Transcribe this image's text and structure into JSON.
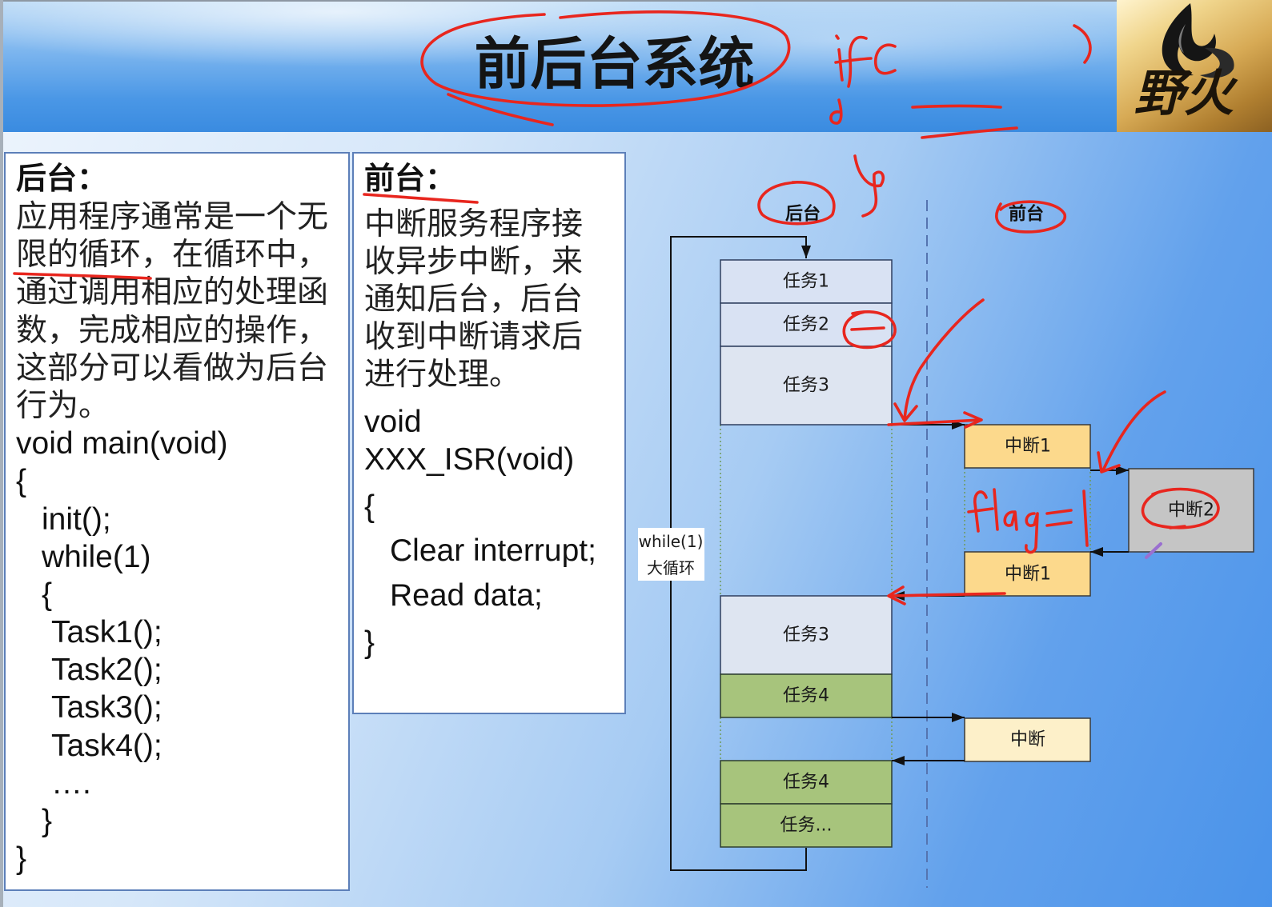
{
  "header": {
    "title": "前后台系统"
  },
  "logo": {
    "text": "野火"
  },
  "background_panel": {
    "heading": "后台：",
    "description_lines": [
      "应用程序通常是一个无",
      "限的循环，在循环中，",
      "通过调用相应的处理函",
      "数，完成相应的操作，",
      "这部分可以看做为后台",
      "行为。"
    ],
    "code_lines": [
      "void main(void)",
      "{",
      "init();",
      "while(1)",
      "{",
      "Task1();",
      "Task2();",
      "Task3();",
      "Task4();",
      "….",
      "}",
      "}"
    ]
  },
  "foreground_panel": {
    "heading": "前台：",
    "description_lines": [
      "中断服务程序接",
      "收异步中断，来",
      "通知后台，后台",
      "收到中断请求后",
      "进行处理。"
    ],
    "code_lines": [
      "void",
      "XXX_ISR(void)",
      "{",
      "Clear interrupt;",
      "Read data;",
      "}"
    ]
  },
  "diagram": {
    "background_label": "后台",
    "foreground_label": "前台",
    "loop_label": [
      "while(1)",
      "大循环"
    ],
    "tasks": [
      "任务1",
      "任务2",
      "任务3",
      "任务3",
      "任务4",
      "任务4",
      "任务..."
    ],
    "interrupts": [
      "中断1",
      "中断1",
      "中断"
    ],
    "nested_interrupt": "中断2"
  },
  "annotations": {
    "handwritten_note": "flag=1",
    "ink_color": "#e8261e"
  },
  "colors": {
    "task_blue": "#d9e2f3",
    "task_blue_light": "#dee5f1",
    "task_green": "#a7c47c",
    "interrupt_yellow": "#fcd98c",
    "interrupt_light": "#fdf0c9",
    "nested_interrupt_gray": "#c5c5c5",
    "panel_border": "#5c7fb9"
  }
}
